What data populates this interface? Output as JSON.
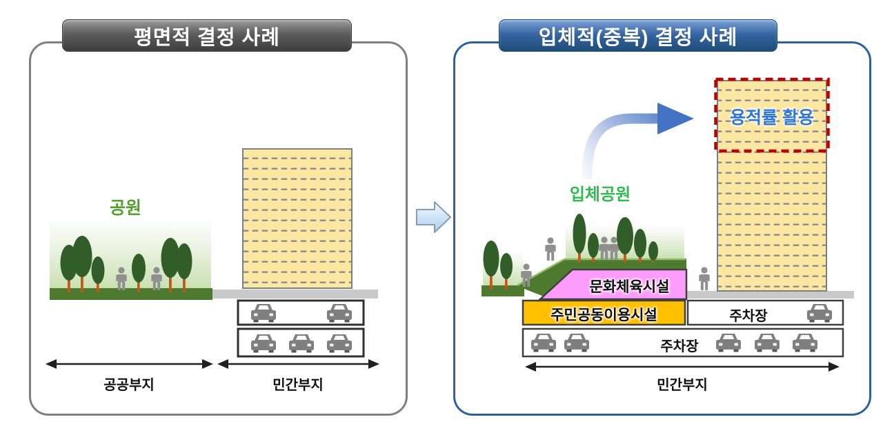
{
  "left_panel": {
    "title": "평면적 결정 사례",
    "park_label": "공원",
    "public_land_label": "공공부지",
    "private_land_label": "민간부지"
  },
  "right_panel": {
    "title": "입체적(중복) 결정 사례",
    "park_label": "입체공원",
    "far_bonus_label": "용적률 활용",
    "culture_facility_label": "문화체육시설",
    "community_facility_label": "주민공동이용시설",
    "parking_b1_label": "주차장",
    "parking_b2_label": "주차장",
    "private_land_label": "민간부지"
  },
  "colors": {
    "left_title_bg": "#4a4a4a",
    "right_title_bg": "#2e5f9e",
    "panel_border_left": "#7f7f7f",
    "panel_border_right": "#2e5f9e",
    "building_fill": "#fbe7a2",
    "floor_dash": "#8a8a8a",
    "red_dash_border": "#c00000",
    "far_text_blue": "#2e75d6",
    "park_text_green": "#53a02e",
    "elevated_park_text_green": "#2fbb4f",
    "ground_green": "#4e7a2f",
    "culture_pink": "#fe9cfc",
    "community_orange": "#ffc000",
    "pavement_gray": "#c9c9c9",
    "arrow_blue": "#4472c4",
    "car_gray": "#7f7f7f",
    "tree_green": "#315e28",
    "trunk_orange": "#c2571a"
  }
}
